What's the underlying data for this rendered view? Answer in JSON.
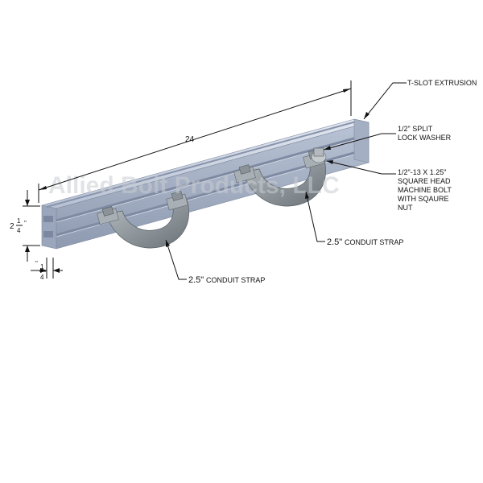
{
  "watermark": "Allied Bolt Products, LLC",
  "dimensions": {
    "length": "24",
    "height_whole": "2",
    "height_num": "1",
    "height_den": "4",
    "height_unit": "\"",
    "slot_num": "1",
    "slot_den": "4",
    "slot_unit": "\""
  },
  "callouts": {
    "extrusion": "T-SLOT EXTRUSION",
    "washer_1": "1/2\" SPLIT",
    "washer_2": "LOCK WASHER",
    "bolt_1": "1/2\"-13 X 1.25\"",
    "bolt_2": "SQUARE HEAD",
    "bolt_3": "MACHINE BOLT",
    "bolt_4": "WITH SQAURE",
    "bolt_5": "NUT",
    "strap_right_size": "2.5\"",
    "strap_right_text": "CONDUIT STRAP",
    "strap_left_size": "2.5\"",
    "strap_left_text": "CONDUIT STRAP"
  },
  "colors": {
    "rail_top": "#c6cfe0",
    "rail_front": "#aab5c8",
    "rail_slot": "#8794ab",
    "strap": "#9aa1a6",
    "strap_dark": "#6f777d"
  }
}
